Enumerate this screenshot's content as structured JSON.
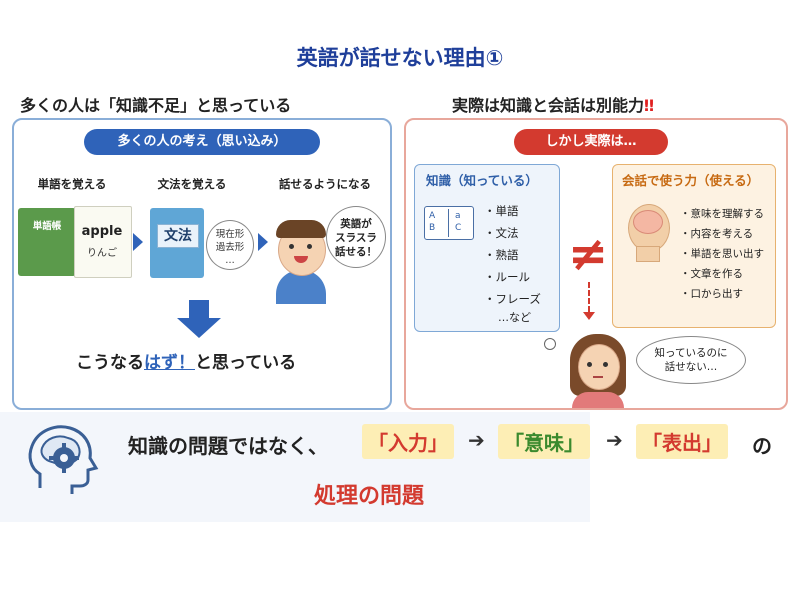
{
  "title": "英語が話せない理由①",
  "left_heading": "多くの人は「知識不足」と思っている",
  "right_heading": "実際は知識と会話は別能力",
  "right_heading_mark": "‼",
  "left_panel": {
    "pill": "多くの人の考え（思い込み）",
    "steps": [
      "単語を覚える",
      "文法を覚える",
      "話せるようになる"
    ],
    "book1_cover": "単語帳",
    "book1_word": "apple",
    "book1_reading": "りんご",
    "book2_cover": "文法",
    "grammar_bubble": [
      "現在形",
      "過去形",
      "…"
    ],
    "speech_bubble": [
      "英語が",
      "スラスラ",
      "話せる！"
    ],
    "conclusion_prefix": "こうなる",
    "conclusion_highlight": "はず！",
    "conclusion_suffix": "と思っている"
  },
  "right_panel": {
    "pill": "しかし実際は…",
    "knowledge_title": "知識（知っている）",
    "knowledge_items": [
      "・単語",
      "・文法",
      "・熟語",
      "・ルール",
      "・フレーズ"
    ],
    "knowledge_more": "…など",
    "neq_symbol": "≠",
    "talk_title": "会話で使う力（使える）",
    "talk_items": [
      "・意味を理解する",
      "・内容を考える",
      "・単語を思い出す",
      "・文章を作る",
      "・口から出す"
    ],
    "thought_bubble": [
      "知っているのに",
      "話せない…"
    ]
  },
  "bottom": {
    "lead": "知識の問題ではなく、",
    "chips": [
      "「入力」",
      "「意味」",
      "「表出」"
    ],
    "arrow": "➔",
    "particle": "の",
    "problem": "処理の問題"
  },
  "colors": {
    "title_blue": "#1f3f9a",
    "accent_blue": "#2f63b9",
    "accent_red": "#d33a2f",
    "chip_yellow": "#fdeeb5"
  }
}
